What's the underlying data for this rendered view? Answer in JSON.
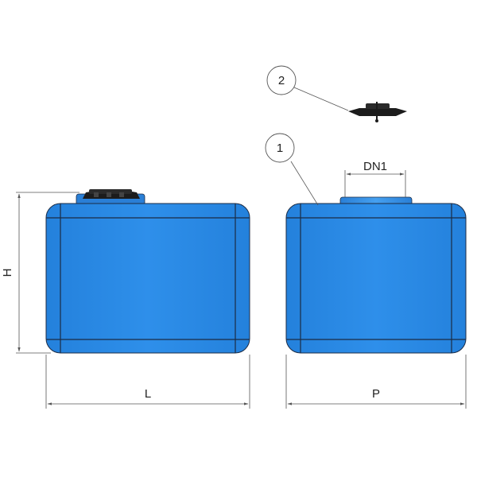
{
  "dimensions": {
    "height_label": "H",
    "length_label": "L",
    "width_label": "P",
    "nozzle_label": "DN1"
  },
  "callouts": [
    {
      "number": "1",
      "part": "tank body"
    },
    {
      "number": "2",
      "part": "lid"
    }
  ],
  "colors": {
    "tank_fill": "#2a8ae6",
    "tank_edge": "#1b2b44",
    "lid_fill": "#1c1c1c",
    "dimension_line": "#555555"
  }
}
